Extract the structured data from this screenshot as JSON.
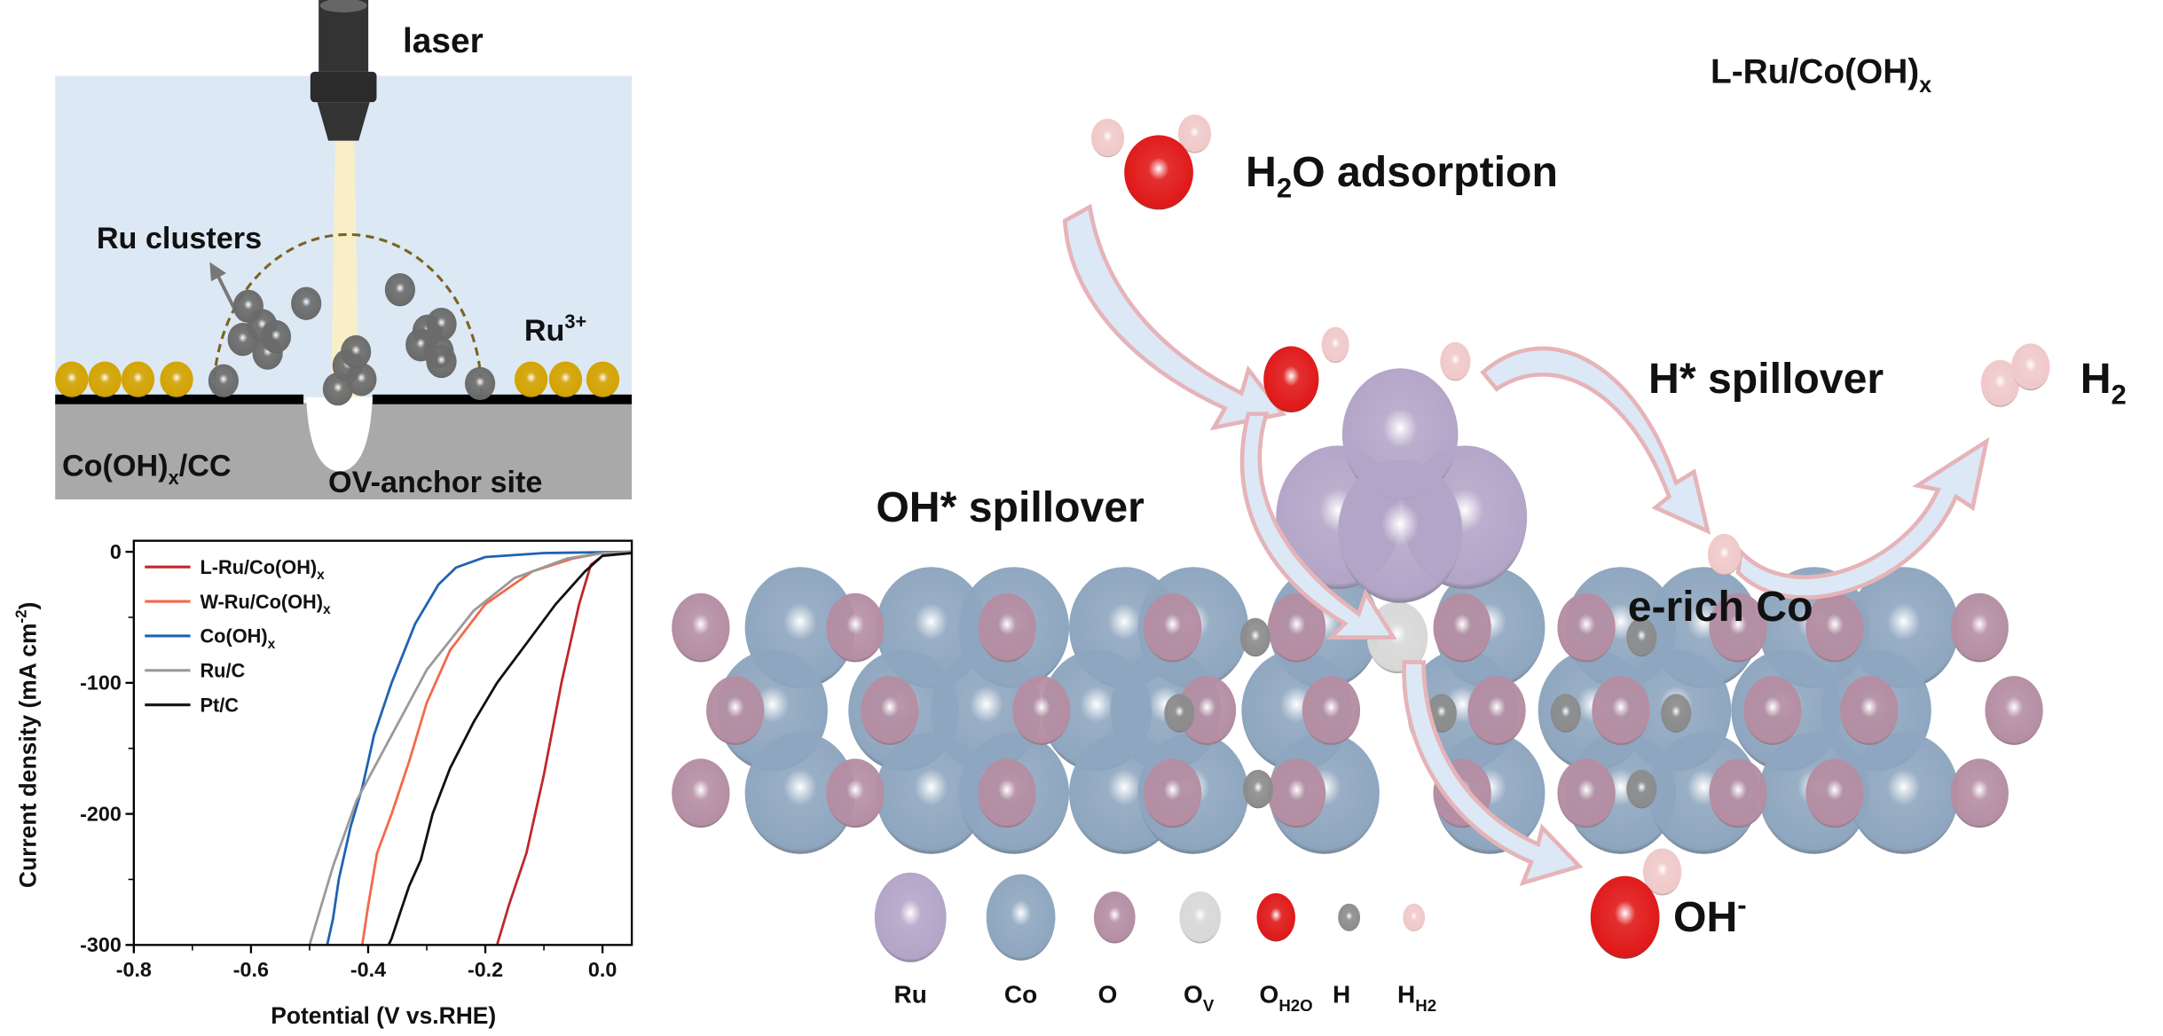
{
  "panel_a": {
    "laser_label": "laser",
    "clusters_label": "Ru clusters",
    "ion_label": {
      "main": "Ru",
      "sup": "3+"
    },
    "substrate_label": {
      "main": "Co(OH)",
      "sub": "x",
      "tail": "/CC"
    },
    "site_label": "OV-anchor site",
    "colors": {
      "solution": "#dde8f5",
      "substrate": "#a9a9a9",
      "ru_ion": "#d4a300",
      "ru_cluster": "#6b6b6b",
      "beam": "#fbefc4"
    }
  },
  "chart_data": {
    "type": "line",
    "title": "",
    "xlabel": "Potential (V vs.RHE)",
    "ylabel": "Current density (mA cm",
    "ylabel_sup": "-2",
    "ylabel_tail": ")",
    "xlim": [
      -0.8,
      0.05
    ],
    "ylim": [
      -300,
      0
    ],
    "xticks": [
      -0.8,
      -0.6,
      -0.4,
      -0.2,
      0.0
    ],
    "xtick_labels": [
      "-0.8",
      "-0.6",
      "-0.4",
      "-0.2",
      "0.0"
    ],
    "yticks": [
      0,
      -100,
      -200,
      -300
    ],
    "ytick_labels": [
      "0",
      "-100",
      "-200",
      "-300"
    ],
    "grid": false,
    "legend_position": "top-left",
    "series": [
      {
        "name": "L-Ru/Co(OH)",
        "sub": "x",
        "color": "#c0282a",
        "x": [
          0.05,
          0.0,
          -0.02,
          -0.04,
          -0.07,
          -0.1,
          -0.13,
          -0.16,
          -0.17,
          -0.18
        ],
        "y": [
          -1,
          -3,
          -10,
          -40,
          -100,
          -170,
          -230,
          -270,
          -285,
          -300
        ]
      },
      {
        "name": "W-Ru/Co(OH)",
        "sub": "x",
        "color": "#f26a4b",
        "x": [
          0.05,
          0.0,
          -0.05,
          -0.12,
          -0.2,
          -0.26,
          -0.3,
          -0.33,
          -0.36,
          -0.385,
          -0.4,
          -0.41
        ],
        "y": [
          0,
          -1,
          -5,
          -15,
          -40,
          -75,
          -115,
          -160,
          -200,
          -230,
          -270,
          -300
        ]
      },
      {
        "name": "Co(OH)",
        "sub": "x",
        "color": "#1f63b0",
        "x": [
          0.05,
          -0.1,
          -0.2,
          -0.25,
          -0.28,
          -0.32,
          -0.36,
          -0.39,
          -0.4,
          -0.41,
          -0.43,
          -0.45,
          -0.46,
          -0.47
        ],
        "y": [
          0,
          -1,
          -4,
          -12,
          -25,
          -55,
          -100,
          -140,
          -160,
          -180,
          -210,
          -250,
          -280,
          -300
        ]
      },
      {
        "name": "Ru/C",
        "sub": "",
        "color": "#9a9a9a",
        "x": [
          0.05,
          0.0,
          -0.06,
          -0.15,
          -0.22,
          -0.3,
          -0.36,
          -0.42,
          -0.46,
          -0.48,
          -0.5
        ],
        "y": [
          0,
          -1,
          -5,
          -20,
          -45,
          -90,
          -140,
          -190,
          -240,
          -270,
          -300
        ]
      },
      {
        "name": "Pt/C",
        "sub": "",
        "color": "#111111",
        "x": [
          0.05,
          0.0,
          -0.03,
          -0.08,
          -0.13,
          -0.18,
          -0.22,
          -0.26,
          -0.29,
          -0.31,
          -0.33,
          -0.345,
          -0.36,
          -0.365
        ],
        "y": [
          -1,
          -3,
          -15,
          -40,
          -70,
          -100,
          -130,
          -165,
          -200,
          -235,
          -255,
          -275,
          -295,
          -300
        ]
      }
    ]
  },
  "mechanism": {
    "title": {
      "main": "L-Ru/Co(OH)",
      "sub": "x"
    },
    "h2o_label": {
      "pre": "H",
      "sub": "2",
      "post": "O adsorption"
    },
    "h_spill_label": "H* spillover",
    "h2_label": {
      "main": "H",
      "sub": "2"
    },
    "oh_spill_label": "OH* spillover",
    "erich_label": "e-rich Co",
    "oh_minus_label": {
      "main": "OH",
      "sup": "-"
    },
    "legend": [
      {
        "main": "Ru",
        "sub": "",
        "color": "#b3a5c8"
      },
      {
        "main": "Co",
        "sub": "",
        "color": "#8ea6bf"
      },
      {
        "main": "O",
        "sub": "",
        "color": "#b58ea3"
      },
      {
        "main": "O",
        "sub": "V",
        "color": "#d8d8d8"
      },
      {
        "main": "O",
        "sub": "H2O",
        "color": "#e01818"
      },
      {
        "main": "H",
        "sub": "",
        "color": "#8c8c8c"
      },
      {
        "main": "H",
        "sub": "H2",
        "color": "#f0c9c9"
      }
    ]
  }
}
